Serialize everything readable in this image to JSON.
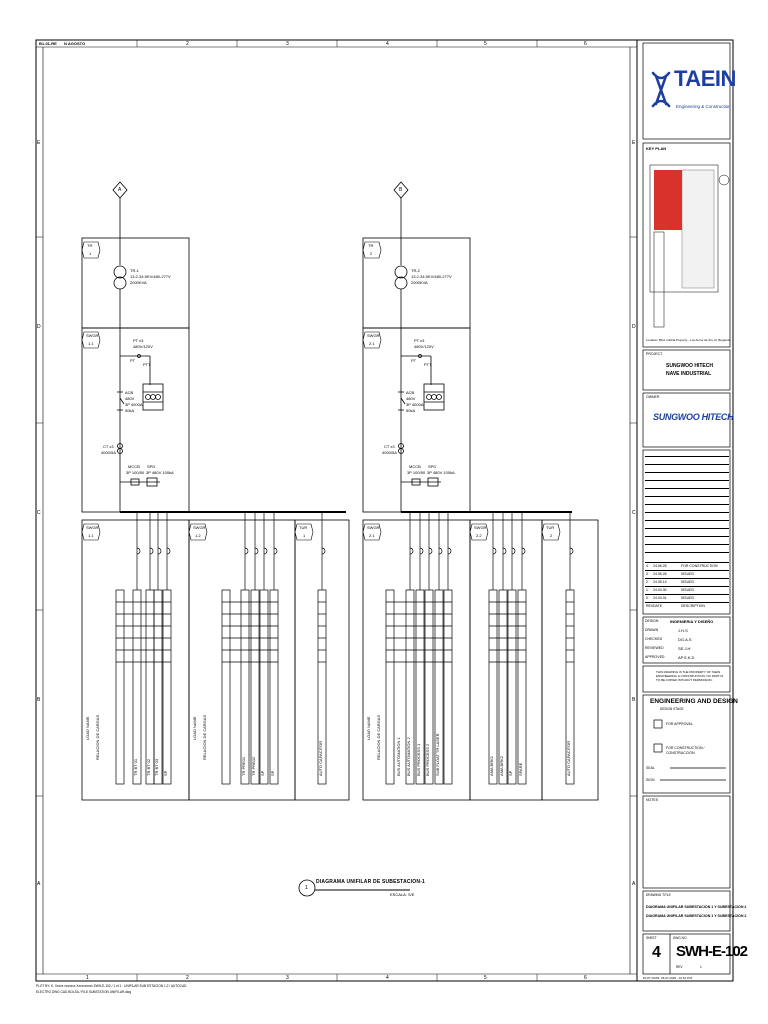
{
  "header": {
    "sheet_ref_left": "B1-01-RE",
    "sheet_ref_right": "N AGOSTO"
  },
  "grid": {
    "columns": [
      "1",
      "2",
      "3",
      "4",
      "5",
      "6"
    ],
    "rows": [
      "E",
      "D",
      "C",
      "B",
      "A"
    ]
  },
  "substation_1": {
    "feeder_a": "A",
    "tr_tag": "TR",
    "tr_num": "1",
    "transformer_name": "TR-1",
    "transformer_spec1": "13.2-34.5KV/480-277V",
    "transformer_spec2": "2000KVA",
    "pt_tag": "PT x3",
    "pt_ratio": "480V/120V",
    "pt_sub": "PT",
    "pt_fuse": "PTT",
    "acb_label": "ACB",
    "acb_v": "480V",
    "acb_a": "3P 4000A",
    "acb_kA": "50kA",
    "ct_label": "CT x3",
    "ct_ratio": "4000/5A",
    "mccb_label": "MCCB",
    "mccb_spec": "3P 100/50",
    "spd_label": "SPD",
    "spd_spec": "3P 480V 100kA",
    "swgr_tag": "SWGR",
    "swgr_num": "1.1",
    "panels": [
      {
        "tag": "SWGR",
        "num": "1.1",
        "title": "RELACION DE CARGAS",
        "load_label": "LOAD NAME",
        "loads": [
          "TR BT 01",
          "TR BT 02",
          "TR BT 03",
          "SP"
        ]
      },
      {
        "tag": "SWGR",
        "num": "1.2",
        "title": "RELACION DE CARGAS",
        "load_label": "LOAD NAME",
        "loads": [
          "TR PRE01",
          "TR PRE02",
          "SP",
          "SP"
        ]
      },
      {
        "tag": "TUR",
        "num": "1",
        "title": "",
        "load_label": "",
        "loads": [
          "AUTO CAPACITOR"
        ]
      }
    ]
  },
  "substation_2": {
    "feeder_a": "B",
    "tr_tag": "TR",
    "tr_num": "2",
    "transformer_name": "TR-2",
    "transformer_spec1": "13.2-34.5KV/480-277V",
    "transformer_spec2": "2000KVA",
    "pt_tag": "PT x3",
    "pt_ratio": "480V/120V",
    "pt_sub": "PT",
    "pt_fuse": "PTT",
    "acb_label": "ACB",
    "acb_v": "480V",
    "acb_a": "3P 4000A",
    "acb_kA": "50kA",
    "ct_label": "CT x3",
    "ct_ratio": "4000/5A",
    "mccb_label": "MCCB",
    "mccb_spec": "3P 100/50",
    "spd_label": "SPD",
    "spd_spec": "3P 480V 100kA",
    "swgr_tag": "SWGR",
    "swgr_num": "2.1",
    "panels": [
      {
        "tag": "SWGR",
        "num": "2.1",
        "title": "RELACION DE CARGAS",
        "load_label": "LOAD NAME",
        "loads": [
          "BUS AUTOMATION 1",
          "BUS AUTOMATION 2",
          "BUS PROCESS 1",
          "BUS PROCESS 2",
          "SUB FLOAT TR LASER"
        ]
      },
      {
        "tag": "SWGR",
        "num": "2.2",
        "title": "",
        "load_label": "",
        "loads": [
          "AMA BRK1",
          "AMA BRK2",
          "SP",
          "SPARE"
        ]
      },
      {
        "tag": "TUR",
        "num": "2",
        "title": "",
        "load_label": "",
        "loads": [
          "AUTO CAPACITOR"
        ]
      }
    ]
  },
  "diagram_title": {
    "circle_num": "1",
    "title": "DIAGRAMA UNIFILAR DE SUBESTACION-1",
    "scale": "ESCALA: S/E"
  },
  "footer_note_1": "PLOT BY: K. Xxxxx xxxxxxx Xxxxxxxxxx SWH-E-102 / 1 of 1 - UNIFILAR SUB ESTACION 1.2 / AUTOCAD",
  "footer_note_2": "ELECTRO DWG CAD BOLSA / FILE SUBSTATION UNIFILAR.dwg",
  "title_block": {
    "company": "TAEIN",
    "company_sub": "Engineering & Construction",
    "key_plan_label": "KEY PLAN",
    "location_note": "Location: Blvd. Global Property - Los Arcos de Xin, Al, Buganda. Ha.",
    "project_label": "PROJECT",
    "project_line1": "SUNGWOO HITECH",
    "project_line2": "NAVE INDUSTRIAL",
    "owner_label": "OWNER",
    "owner_name": "SUNGWOO HITECH",
    "revisions": [
      {
        "no": "4",
        "date": "24.06.25",
        "desc": "FOR CONSTRUCTION"
      },
      {
        "no": "3",
        "date": "24.05.26",
        "desc": "ISSUED"
      },
      {
        "no": "2",
        "date": "24.05.14",
        "desc": "ISSUED"
      },
      {
        "no": "1",
        "date": "24.04.30",
        "desc": "ISSUED"
      },
      {
        "no": "0",
        "date": "24.04.01",
        "desc": "ISSUED"
      },
      {
        "no": "REV",
        "date": "DATE",
        "desc": "DESCRIPTION"
      }
    ],
    "approvals": [
      {
        "role": "DESIGN",
        "name": "INGENIERIA Y DISEÑO"
      },
      {
        "role": "DRAWN",
        "name": "J.H.S"
      },
      {
        "role": "CHECKED",
        "name": "DG.A.S"
      },
      {
        "role": "REVIEWED",
        "name": "SE.J.H"
      },
      {
        "role": "APPROVED",
        "name": "AP.S.K.D"
      }
    ],
    "notice": "THIS DRAWING IS THE PROPERTY OF TAEIN ENGINEERING & CONSTRUCTION. NO PART IS TO BE COPIED WITHOUT PERMISSION.",
    "eng_design": "ENGINEERING AND DESIGN",
    "eng_design_sub": "DESIGN STAGE",
    "check1": "FOR APPROVAL",
    "check2": "FOR CONSTRUCTION / CONSTRUCCION",
    "seal_label": "SEAL",
    "sign_label": "SIGN",
    "notes_label": "NOTES",
    "drawing_title_label": "DRAWING TITLE",
    "drawing_title1": "DIAGRAMA UNIFILAR SUBESTACION 1 Y SUBESTACION 2",
    "drawing_title2": "DIAGRAMA UNIFILAR SUBESTACION 1 Y SUBESTACION 2",
    "sheet_label": "SHEET",
    "sheet_no": "4",
    "dwg_label": "DWG NO.",
    "dwg_no": "SWH-E-102",
    "rev_text": "REV",
    "rev_no": "1",
    "plot_note": "PLOT DATE: 06.07.2025 - 10:51 P.M."
  },
  "colors": {
    "brand": "#1d3fa0",
    "keyplan_red": "#d9312b",
    "line": "#000000"
  }
}
